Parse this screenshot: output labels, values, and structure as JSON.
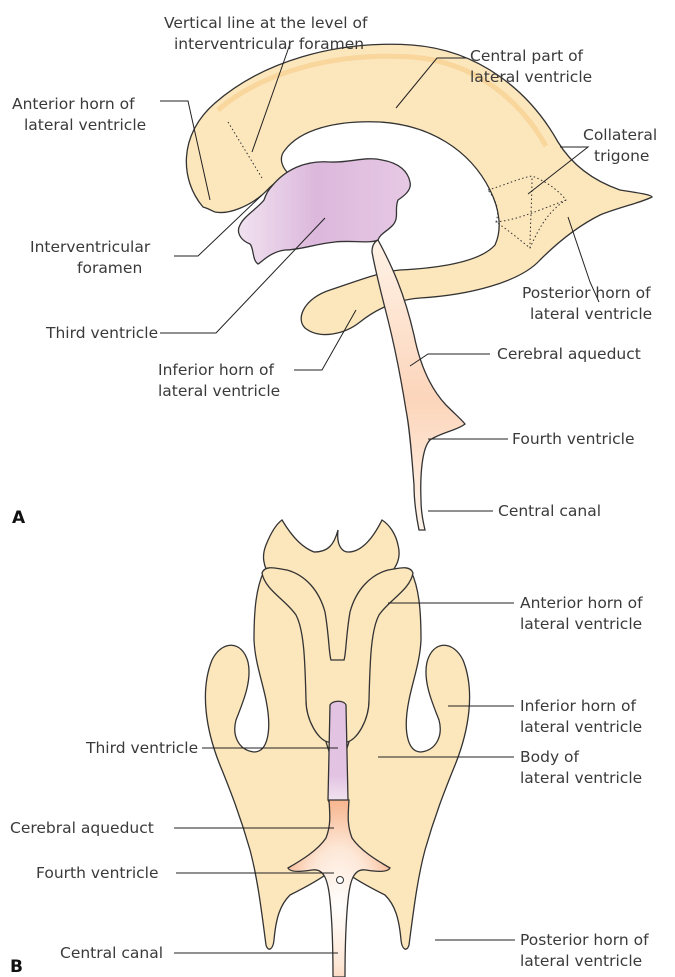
{
  "colors": {
    "lateral_ventricle": "#fce6bc",
    "lateral_ventricle_edge": "#f6cf8f",
    "third_ventricle": "#e2c3e2",
    "third_ventricle_light": "#f3e4f1",
    "brainstem_ventricle": "#fde3ce",
    "brainstem_ventricle_deep": "#f4a77d",
    "outline": "#333333"
  },
  "panel_a": {
    "letter": "A",
    "labels": {
      "vertical_line": [
        "Vertical line at the level of",
        "interventricular foramen"
      ],
      "central_part": [
        "Central part of",
        "lateral ventricle"
      ],
      "anterior_horn": [
        "Anterior horn of",
        "lateral ventricle"
      ],
      "collateral_trigone": [
        "Collateral",
        "trigone"
      ],
      "interventricular_foramen": [
        "Interventricular",
        "foramen"
      ],
      "third_ventricle": [
        "Third ventricle"
      ],
      "posterior_horn": [
        "Posterior horn of",
        "lateral ventricle"
      ],
      "inferior_horn": [
        "Inferior horn of",
        "lateral ventricle"
      ],
      "cerebral_aqueduct": [
        "Cerebral aqueduct"
      ],
      "fourth_ventricle": [
        "Fourth ventricle"
      ],
      "central_canal": [
        "Central canal"
      ]
    }
  },
  "panel_b": {
    "letter": "B",
    "labels": {
      "anterior_horn": [
        "Anterior horn of",
        "lateral ventricle"
      ],
      "inferior_horn": [
        "Inferior horn of",
        "lateral ventricle"
      ],
      "third_ventricle": [
        "Third ventricle"
      ],
      "body": [
        "Body of",
        "lateral ventricle"
      ],
      "cerebral_aqueduct": [
        "Cerebral aqueduct"
      ],
      "fourth_ventricle": [
        "Fourth ventricle"
      ],
      "central_canal": [
        "Central canal"
      ],
      "posterior_horn": [
        "Posterior horn of",
        "lateral ventricle"
      ]
    }
  }
}
